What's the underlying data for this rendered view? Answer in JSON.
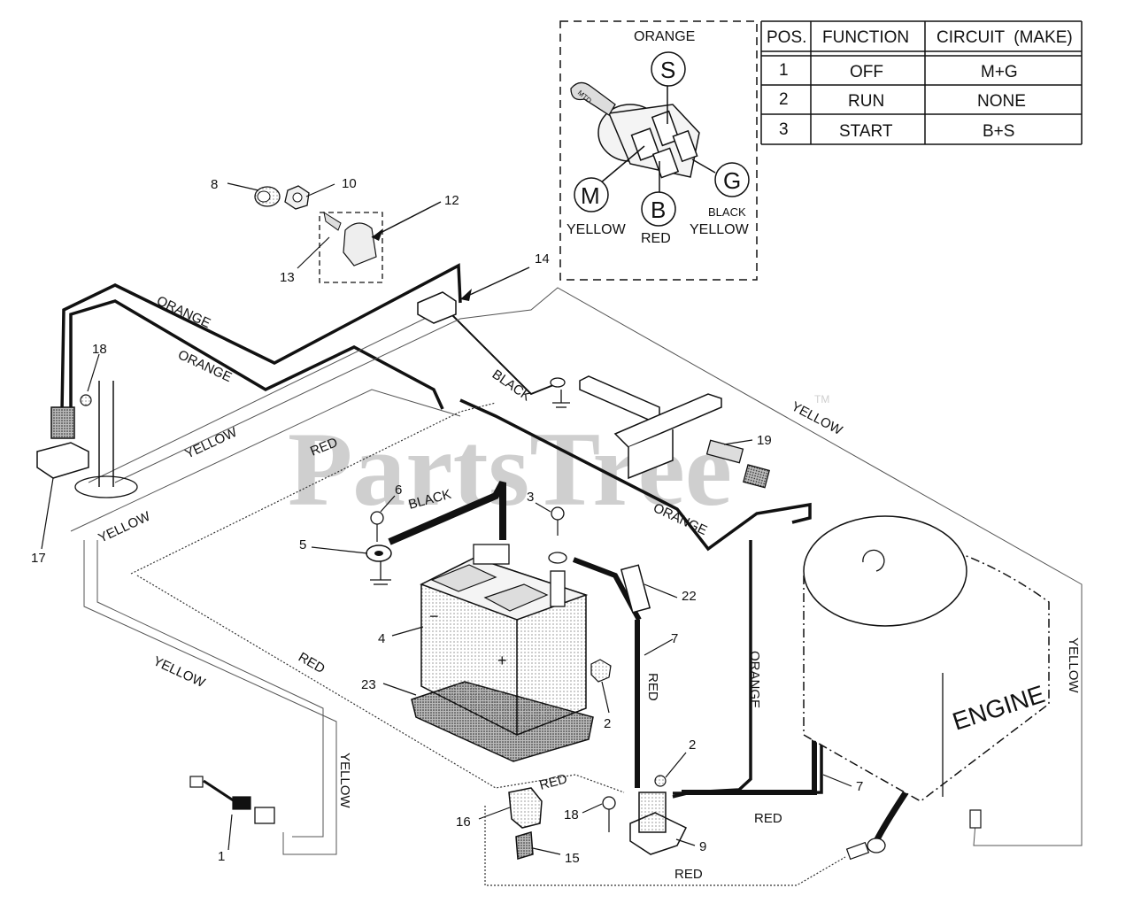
{
  "watermark": "PartsTree",
  "watermark_tm": "TM",
  "switch_detail": {
    "wire_top": "ORANGE",
    "pins": [
      {
        "letter": "S",
        "label": ""
      },
      {
        "letter": "M",
        "label": "YELLOW"
      },
      {
        "letter": "B",
        "label": "RED"
      },
      {
        "letter": "G",
        "label": "YELLOW",
        "label2": "BLACK"
      }
    ],
    "key_text": "MTD"
  },
  "circuit_table": {
    "headers": [
      "POS.",
      "FUNCTION",
      "CIRCUIT  (MAKE)"
    ],
    "rows": [
      [
        "1",
        "OFF",
        "M+G"
      ],
      [
        "2",
        "RUN",
        "NONE"
      ],
      [
        "3",
        "START",
        "B+S"
      ]
    ]
  },
  "engine_label": "ENGINE",
  "battery_minus": "−",
  "battery_plus": "+",
  "wire_labels": {
    "orange_1": "ORANGE",
    "orange_2": "ORANGE",
    "orange_3": "ORANGE",
    "orange_4": "ORANGE",
    "black_1": "BLACK",
    "black_2": "BLACK",
    "red_1": "RED",
    "red_2": "RED",
    "red_3": "RED",
    "red_4": "RED",
    "red_5": "RED",
    "red_6": "RED",
    "yellow_1": "YELLOW",
    "yellow_2": "YELLOW",
    "yellow_3": "YELLOW",
    "yellow_4": "YELLOW",
    "yellow_5": "YELLOW",
    "yellow_6": "YELLOW"
  },
  "callouts": {
    "c1": "1",
    "c2a": "2",
    "c2b": "2",
    "c3": "3",
    "c4": "4",
    "c5": "5",
    "c6": "6",
    "c7a": "7",
    "c7b": "7",
    "c8": "8",
    "c9": "9",
    "c10": "10",
    "c12": "12",
    "c13": "13",
    "c14": "14",
    "c15": "15",
    "c16": "16",
    "c17": "17",
    "c18a": "18",
    "c18b": "18",
    "c19": "19",
    "c22": "22",
    "c23": "23"
  }
}
